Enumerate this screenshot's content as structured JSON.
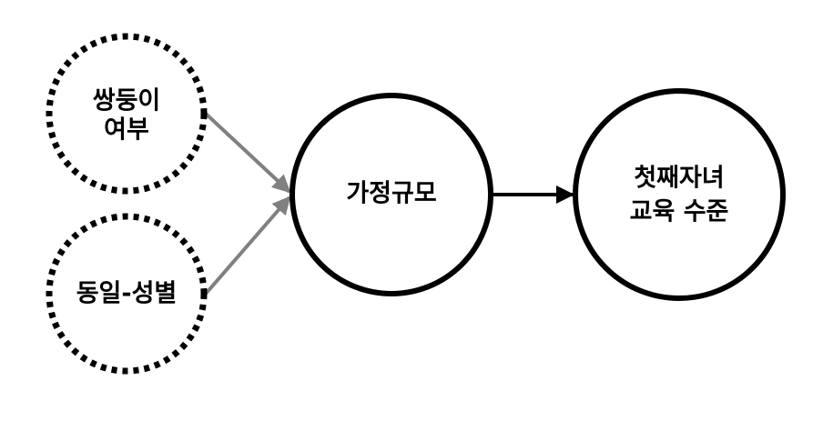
{
  "diagram": {
    "nodes": {
      "twin": {
        "line1": "쌍둥이",
        "line2": "여부",
        "style": "dotted"
      },
      "same_sex": {
        "line1": "동일-성별",
        "style": "dotted"
      },
      "family_size": {
        "line1": "가정규모",
        "style": "solid"
      },
      "first_child_edu": {
        "line1": "첫째자녀",
        "line2": "교육 수준",
        "style": "solid"
      }
    },
    "edges": [
      {
        "from": "twin",
        "to": "family_size",
        "color": "#808080"
      },
      {
        "from": "same_sex",
        "to": "family_size",
        "color": "#808080"
      },
      {
        "from": "family_size",
        "to": "first_child_edu",
        "color": "#000000"
      }
    ]
  }
}
